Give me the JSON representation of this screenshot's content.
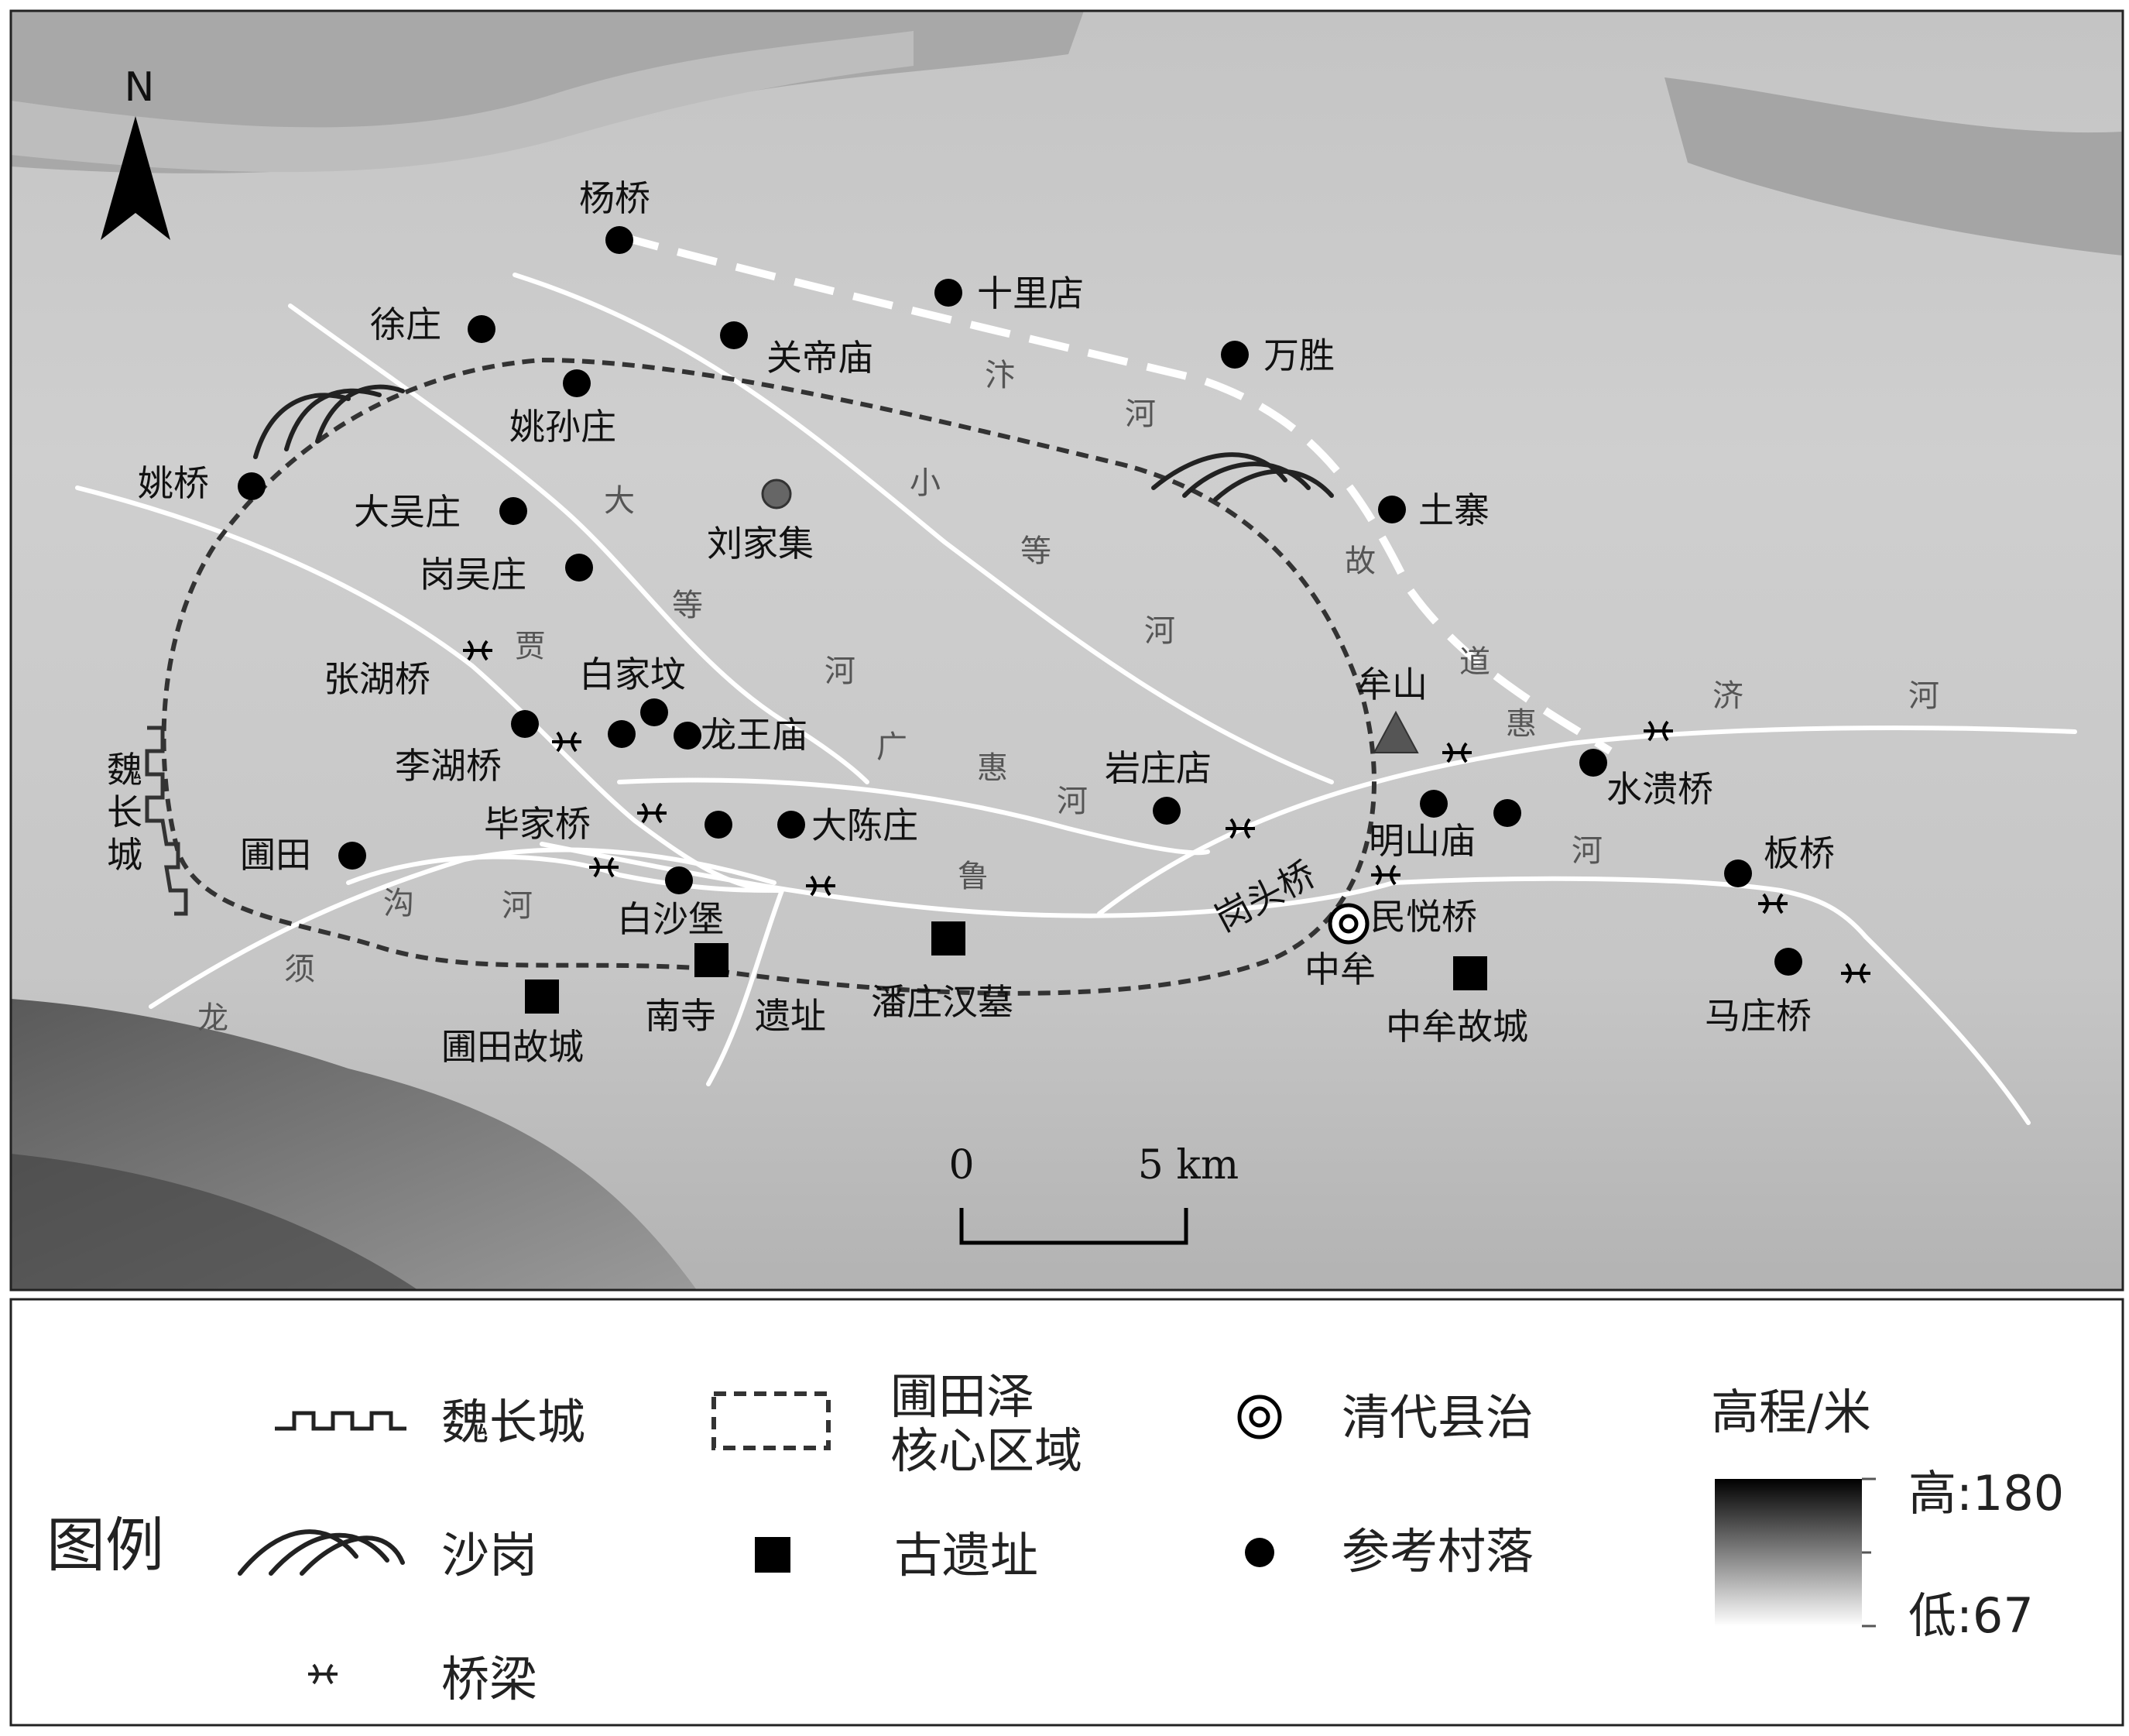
{
  "north_label": "N",
  "scale": {
    "start": "0",
    "end": "5 km"
  },
  "places": {
    "yangqiao": "杨桥",
    "shilidian": "十里店",
    "xuzhuang": "徐庄",
    "guandimiao": "关帝庙",
    "wansheng": "万胜",
    "yaosunzhuang": "姚孙庄",
    "yaoqiao": "姚桥",
    "dawuzhuang": "大吴庄",
    "liujiaji": "刘家集",
    "tuzhai": "土寨",
    "gangwuzhuang": "岗吴庄",
    "zhanghuqiao": "张湖桥",
    "baijiafen": "白家坟",
    "longwangmiao": "龙王庙",
    "mushan": "牟山",
    "lihuqiao": "李湖桥",
    "yanzhuangdian": "岩庄店",
    "shuikuiqiao": "水溃桥",
    "bijiaqiao": "毕家桥",
    "dachenzhuang": "大陈庄",
    "mingshanmiao": "明山庙",
    "putian": "圃田",
    "gangtouqiao": "岗头桥",
    "banqiao": "板桥",
    "baishabao": "白沙堡",
    "minyueqiao": "民悦桥",
    "zhongmou": "中牟",
    "nansi": "南寺",
    "yizhi": "遗址",
    "panzhuang": "潘庄汉墓",
    "zhongmou_gucheng": "中牟故城",
    "putian_gucheng": "圃田故城",
    "mazhuangqiao": "马庄桥",
    "wei_great_wall": "魏长城"
  },
  "rivers": {
    "bianhe": [
      "汴",
      "河"
    ],
    "guhe": [
      "故",
      "道"
    ],
    "jihe": [
      "济",
      "河"
    ],
    "xiaodenghe": [
      "小",
      "等",
      "河"
    ],
    "dadenghe": [
      "大",
      "等",
      "河"
    ],
    "jia": "贾",
    "guanghuihe": [
      "广",
      "惠",
      "河"
    ],
    "hui_lower": [
      "惠",
      "河"
    ],
    "lu": "鲁",
    "gouhe": [
      "沟",
      "河"
    ],
    "xulong": [
      "须",
      "龙"
    ]
  },
  "legend": {
    "title": "图例",
    "wall": "魏长城",
    "zone_line1": "圃田泽",
    "zone_line2": "核心区域",
    "county_seat": "清代县治",
    "dune": "沙岗",
    "ruins": "古遗址",
    "village": "参考村落",
    "bridge": "桥梁",
    "elevation_title": "高程/米",
    "elevation_high": "高:180",
    "elevation_low": "低:67"
  },
  "colors": {
    "map_bg_light": "#d6d6d6",
    "map_bg_dark": "#777777",
    "river": "#ffffff",
    "marker": "#000000",
    "zone_line": "#333333"
  }
}
